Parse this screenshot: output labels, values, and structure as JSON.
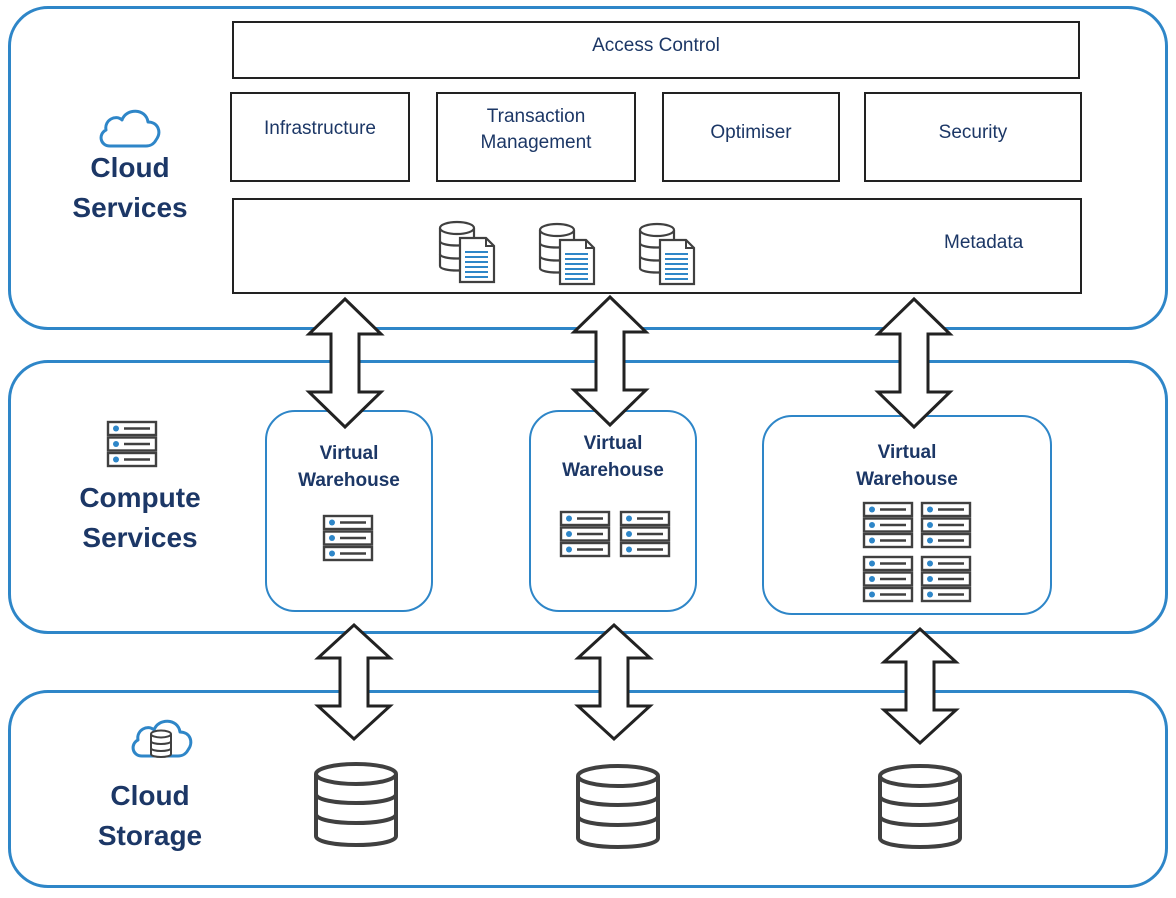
{
  "layers": {
    "cloud_services": {
      "label_line1": "Cloud",
      "label_line2": "Services",
      "icon": "cloud-icon"
    },
    "compute_services": {
      "label_line1": "Compute",
      "label_line2": "Services",
      "icon": "server-icon"
    },
    "cloud_storage": {
      "label_line1": "Cloud",
      "label_line2": "Storage",
      "icon": "cloud-database-icon"
    }
  },
  "cloud_services_boxes": {
    "access_control": "Access Control",
    "infrastructure": "Infrastructure",
    "transaction_line1": "Transaction",
    "transaction_line2": "Management",
    "optimiser": "Optimiser",
    "security": "Security",
    "metadata": "Metadata"
  },
  "warehouses": [
    {
      "line1": "Virtual",
      "line2": "Warehouse",
      "servers": 1
    },
    {
      "line1": "Virtual",
      "line2": "Warehouse",
      "servers": 2
    },
    {
      "line1": "Virtual",
      "line2": "Warehouse",
      "servers": 4
    }
  ],
  "colors": {
    "accent": "#2e86c8",
    "text": "#1c3766",
    "stroke": "#222222",
    "icon": "#404040"
  }
}
